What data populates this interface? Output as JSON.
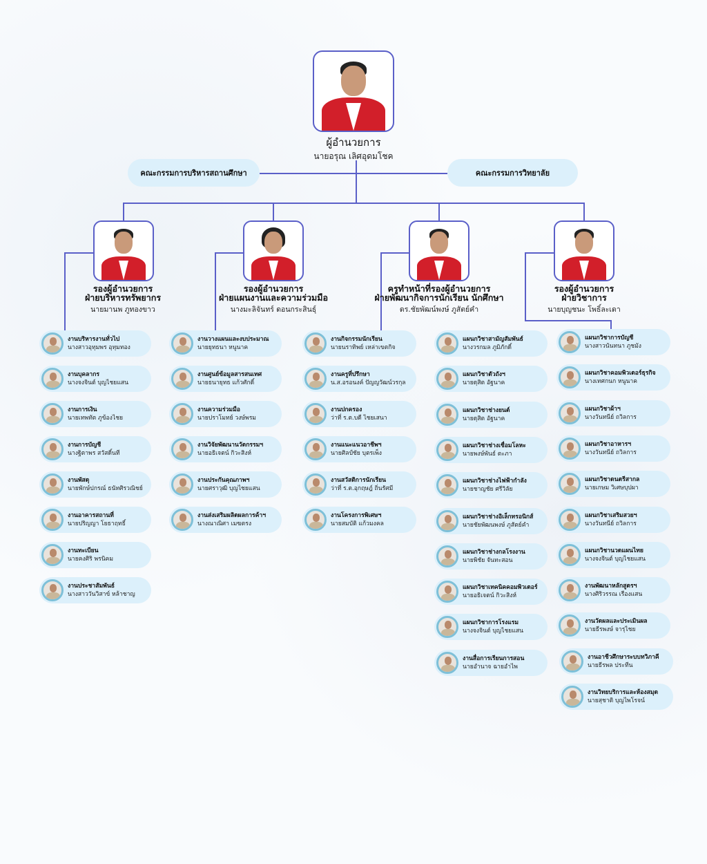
{
  "director": {
    "title": "ผู้อำนวยการ",
    "name": "นายอรุณ เลิศอุดมโชค"
  },
  "committees": {
    "left": "คณะกรรมการบริหารสถานศึกษา",
    "right": "คณะกรรมการวิทยาลัย"
  },
  "colors": {
    "line": "#5a5fc8",
    "pill": "#dcf0fb",
    "uniform": "#d21f2a"
  },
  "deputies": [
    {
      "title1": "รองผู้อำนวยการ",
      "title2": "ฝ่ายบริหารทรัพยากร",
      "name": "นายมานพ ภูทองขาว"
    },
    {
      "title1": "รองผู้อำนวยการ",
      "title2": "ฝ่ายแผนงานและความร่วมมือ",
      "name": "นางมะลิจันทร์ ดอนกระสินธุ์"
    },
    {
      "title1": "ครูทำหน้าที่รองผู้อำนวยการ",
      "title2": "ฝ่ายพัฒนากิจการนักเรียน นักศึกษา",
      "name": "ดร.ชัยพัฒน์พงษ์ ภูสัตย์คำ"
    },
    {
      "title1": "รองผู้อำนวยการ",
      "title2": "ฝ่ายวิชาการ",
      "name": "นายบุญชนะ โพธิ์ละเดา"
    }
  ],
  "columns": [
    [
      {
        "title": "งานบริหารงานทั่วไป",
        "name": "นางสาวอุทุมพร อุทุมทอง"
      },
      {
        "title": "งานบุคลากร",
        "name": "นางจงจินต์ บุญไชยแสน"
      },
      {
        "title": "งานการเงิน",
        "name": "นายเทพทัต ภูข้องไชย"
      },
      {
        "title": "งานการบัญชี",
        "name": "นางฐิตาพร สวัสดิ์นที"
      },
      {
        "title": "งานพัสดุ",
        "name": "นายพักษ์ปกรณ์ ธนัทศิรวณิชย์"
      },
      {
        "title": "งานอาคารสถานที่",
        "name": "นายปริญญา โยธาฤทธิ์"
      },
      {
        "title": "งานทะเบียน",
        "name": "นายคงศิริ พรนิคม"
      },
      {
        "title": "งานประชาสัมพันธ์",
        "name": "นางสาววันวิสาข์ หล้าชาญ"
      }
    ],
    [
      {
        "title": "งานวางแผนและงบประมาณ",
        "name": "นายยุทธนา หนูนาค"
      },
      {
        "title": "งานศูนย์ข้อมูลสารสนเทศ",
        "name": "นายธนายุทธ แก้วศักดิ์"
      },
      {
        "title": "งานความร่วมมือ",
        "name": "นายปราโมทย์ วงษ์พรม"
      },
      {
        "title": "งานวิจัยพัฒนานวัตกรรมฯ",
        "name": "นายอธิเจตน์ กิวะสิงห์"
      },
      {
        "title": "งานประกันคุณภาพฯ",
        "name": "นายศราวุฒิ บุญไชยแสน"
      },
      {
        "title": "งานส่งเสริมผลิตผลการค้าฯ",
        "name": "นางณาณิศา เมฆตรง"
      }
    ],
    [
      {
        "title": "งานกิจกรรมนักเรียน",
        "name": "นายนราทิพย์ เหล่าเขตกิจ"
      },
      {
        "title": "งานครูที่ปรึกษา",
        "name": "น.ส.อรอนงค์ ปัญญวัฒน์วรกุล"
      },
      {
        "title": "งานปกครอง",
        "name": "ว่าที่ ร.ต.บดี ไชยเสนา"
      },
      {
        "title": "งานแนะแนวอาชีพฯ",
        "name": "นายศิลป์ชัย บุตรเพ็ง"
      },
      {
        "title": "งานสวัสดิการนักเรียน",
        "name": "ว่าที่ ร.ต.อุกฤษฎ์ ถิ่นรัศมี"
      },
      {
        "title": "งานโครงการพิเศษฯ",
        "name": "นายสมบัติ แก้วมงคล"
      }
    ],
    [
      {
        "title": "แผนกวิชาสามัญสัมพันธ์",
        "name": "นางวรกมล ภูมิภักดิ์"
      },
      {
        "title": "แผนกวิชาตัวถังฯ",
        "name": "นายดุสิต อัฐนาค"
      },
      {
        "title": "แผนกวิชาช่างยนต์",
        "name": "นายดุสิต อัฐนาค"
      },
      {
        "title": "แผนกวิชาช่างเชื่อมโลหะ",
        "name": "นายพงษ์พันธ์ ตะภา"
      },
      {
        "title": "แผนกวิชาช่างไฟฟ้ากำลัง",
        "name": "นายชาญชัย ศรีวิลัย"
      },
      {
        "title": "แผนกวิชาช่างอิเล็กทรอนิกส์",
        "name": "นายชัยพัฒนพงษ์ ภูสัตย์คำ"
      },
      {
        "title": "แผนกวิชาช่างกลโรงงาน",
        "name": "นายพิชัย จันทะสอน"
      },
      {
        "title": "แผนกวิชาเทคนิคคอมพิวเตอร์",
        "name": "นายอธิเจตน์ กิวะสิงห์"
      },
      {
        "title": "แผนกวิชาการโรงแรม",
        "name": "นางจงจินต์ บุญไชยแสน"
      },
      {
        "title": "งานสื่อการเรียนการสอน",
        "name": "นายอำนาจ ฉายอำไพ"
      }
    ],
    [
      {
        "title": "แผนกวิชาการบัญชี",
        "name": "นางสาวนันทนา ภูชมัง"
      },
      {
        "title": "แผนกวิชาคอมพิวเตอร์ธุรกิจ",
        "name": "นางเทศกนก หนูนาค"
      },
      {
        "title": "แผนกวิชาผ้าฯ",
        "name": "นางวันทนีย์ ถวิลการ"
      },
      {
        "title": "แผนกวิชาอาหารฯ",
        "name": "นางวันทนีย์ ถวิลการ"
      },
      {
        "title": "แผนกวิชาดนตรีสากล",
        "name": "นายเกษม วิเศษบุปผา"
      },
      {
        "title": "แผนกวิชาเสริมสวยฯ",
        "name": "นางวันทนีย์ ถวิลการ"
      },
      {
        "title": "แผนกวิชานวดแผนไทย",
        "name": "นางจงจินต์ บุญไชยแสน"
      },
      {
        "title": "งานพัฒนาหลักสูตรฯ",
        "name": "นางศิริวรรณ เรืองแสน"
      },
      {
        "title": "งานวัดผลและประเมินผล",
        "name": "นายธีรพงษ์ จารุไชย"
      },
      {
        "title": "งานอาชีวศึกษาระบบทวิภาคี",
        "name": "นายธีรพล ประทีน"
      },
      {
        "title": "งานวิทยบริการและห้องสมุด",
        "name": "นายสุชาติ บุญไพโรจน์"
      }
    ]
  ]
}
